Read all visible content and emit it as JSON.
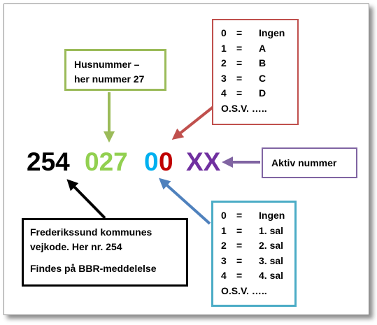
{
  "code": {
    "part1": "254",
    "part2": "027",
    "part3a": "0",
    "part3b": "0",
    "part4": "XX"
  },
  "colors": {
    "part1": "#000000",
    "part2": "#92d050",
    "part3a": "#00b0f0",
    "part3b": "#c00000",
    "part4": "#7030a0"
  },
  "husnummer_box": {
    "line1": "Husnummer –",
    "line2": "her nummer 27"
  },
  "letter_box": {
    "rows": [
      {
        "k": "0",
        "eq": "=",
        "v": "Ingen"
      },
      {
        "k": "1",
        "eq": "=",
        "v": "A"
      },
      {
        "k": "2",
        "eq": "=",
        "v": "B"
      },
      {
        "k": "3",
        "eq": "=",
        "v": "C"
      },
      {
        "k": "4",
        "eq": "=",
        "v": "D"
      }
    ],
    "footer": "O.S.V. ….."
  },
  "aktiv_box": {
    "label": "Aktiv nummer"
  },
  "floor_box": {
    "rows": [
      {
        "k": "0",
        "eq": "=",
        "v": "Ingen"
      },
      {
        "k": "1",
        "eq": "=",
        "v": "1. sal"
      },
      {
        "k": "2",
        "eq": "=",
        "v": "2. sal"
      },
      {
        "k": "3",
        "eq": "=",
        "v": "3. sal"
      },
      {
        "k": "4",
        "eq": "=",
        "v": "4. sal"
      }
    ],
    "footer": "O.S.V. ….."
  },
  "kommune_box": {
    "line1": "Frederikssund kommunes",
    "line2": "vejkode.  Her nr. 254",
    "line3": "Findes på  BBR-meddelelse"
  }
}
